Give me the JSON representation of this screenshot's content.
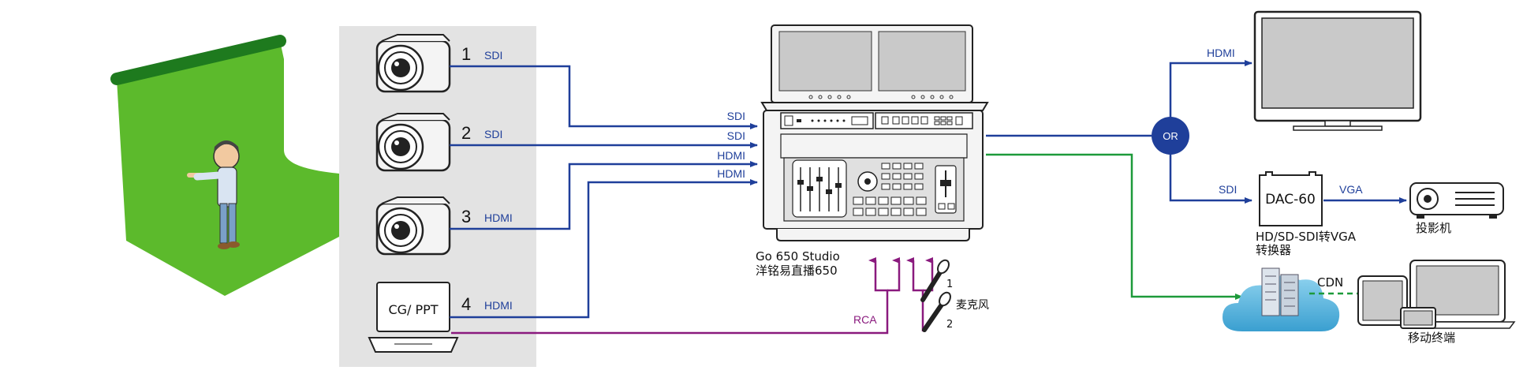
{
  "cameras": [
    {
      "number": "1",
      "signal": "SDI"
    },
    {
      "number": "2",
      "signal": "SDI"
    },
    {
      "number": "3",
      "signal": "HDMI"
    }
  ],
  "laptop": {
    "label": "CG/ PPT",
    "number": "4",
    "signal": "HDMI"
  },
  "switcher_inputs": [
    "SDI",
    "SDI",
    "HDMI",
    "HDMI"
  ],
  "switcher": {
    "name": "Go 650 Studio",
    "name_cn": "洋铭易直播650"
  },
  "rca_label": "RCA",
  "mic": {
    "label": "麦克风",
    "numbers": [
      "1",
      "2"
    ]
  },
  "or_label": "OR",
  "hdmi_out": "HDMI",
  "sdi_out": "SDI",
  "converter": {
    "name": "DAC-60",
    "desc_line1": "HD/SD-SDI转VGA",
    "desc_line2": "转换器"
  },
  "vga_label": "VGA",
  "projector_label": "投影机",
  "cdn_label": "CDN",
  "mobile_label": "移动终端",
  "colors": {
    "blue": "#1f3f9a",
    "green": "#1d9a3a",
    "purple": "#8a1a7e",
    "panel": "#e3e3e3",
    "greenscreen": "#5cba2c"
  }
}
